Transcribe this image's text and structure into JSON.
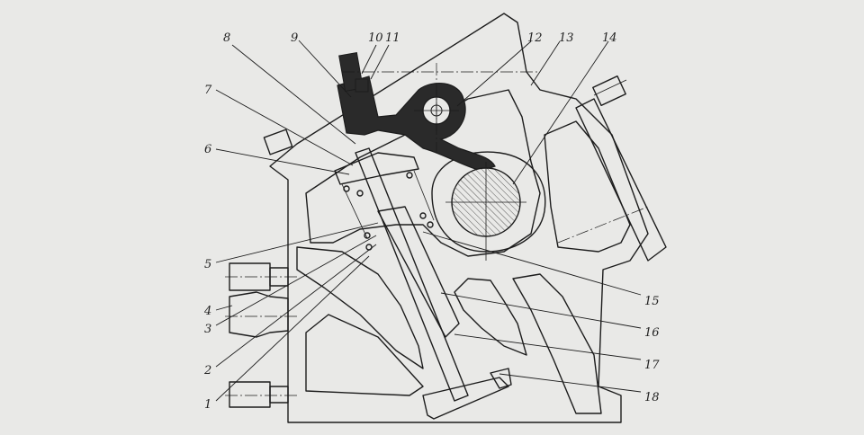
{
  "callouts": [
    {
      "number": "1"
    },
    {
      "number": "2"
    },
    {
      "number": "3"
    },
    {
      "number": "4"
    },
    {
      "number": "5"
    },
    {
      "number": "6"
    },
    {
      "number": "7"
    },
    {
      "number": "8"
    },
    {
      "number": "9"
    },
    {
      "number": "10"
    },
    {
      "number": "11"
    },
    {
      "number": "12"
    },
    {
      "number": "13"
    },
    {
      "number": "14"
    },
    {
      "number": "15"
    },
    {
      "number": "16"
    },
    {
      "number": "17"
    },
    {
      "number": "18"
    }
  ],
  "colors": {
    "background": "#e9e9e7",
    "ink": "#1c1c1c",
    "rocker_fill": "#2a2a2a"
  }
}
